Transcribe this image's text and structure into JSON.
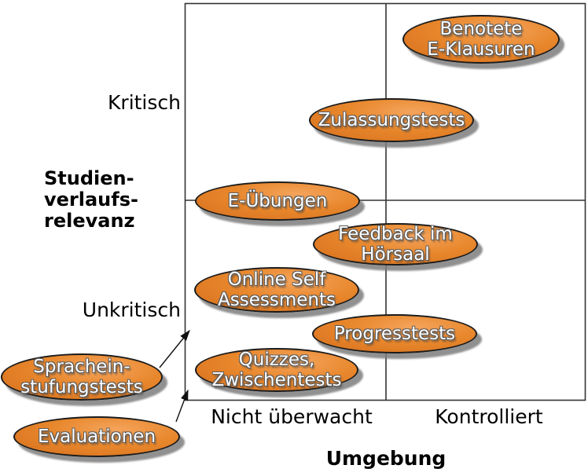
{
  "axes": {
    "y_title": {
      "lines": [
        "Studien-",
        "verlaufs-",
        "relevanz"
      ]
    },
    "y_high": "Kritisch",
    "y_low": "Unkritisch",
    "x_title": "Umgebung",
    "x_left": "Nicht überwacht",
    "x_right": "Kontrolliert"
  },
  "ellipses": [
    {
      "name": "benotete-e-klausuren",
      "lines": [
        "Benotete",
        "E-Klausuren"
      ],
      "placement": "kritisch / kontrolliert"
    },
    {
      "name": "zulassungstests",
      "lines": [
        "Zulassungstests"
      ],
      "placement": "kritisch / zwischen nicht überwacht und kontrolliert"
    },
    {
      "name": "e-uebungen",
      "lines": [
        "E-Übungen"
      ],
      "placement": "auf Grenze kritisch-unkritisch / nicht überwacht"
    },
    {
      "name": "feedback-im-hoersaal",
      "lines": [
        "Feedback im",
        "Hörsaal"
      ],
      "placement": "unkritisch / zwischen nicht überwacht und kontrolliert"
    },
    {
      "name": "online-self-assessments",
      "lines": [
        "Online Self",
        "Assessments"
      ],
      "placement": "unkritisch / nicht überwacht"
    },
    {
      "name": "progresstests",
      "lines": [
        "Progresstests"
      ],
      "placement": "unkritisch / zwischen nicht überwacht und kontrolliert"
    },
    {
      "name": "quizzes-zwischentests",
      "lines": [
        "Quizzes,",
        "Zwischentests"
      ],
      "placement": "unkritisch / nicht überwacht"
    },
    {
      "name": "spracheinstufungstests",
      "lines": [
        "Sprachein-",
        "stufungstests"
      ],
      "placement": "außerhalb der Matrix, Pfeil zeigt hinein"
    },
    {
      "name": "evaluationen",
      "lines": [
        "Evaluationen"
      ],
      "placement": "außerhalb der Matrix, Pfeil zeigt hinein"
    }
  ],
  "colors": {
    "ellipse_fill_light": "#f4a45c",
    "ellipse_fill_mid": "#e8872c",
    "ellipse_fill_dark": "#d66f1d",
    "ellipse_border": "#1c1c1c",
    "ellipse_shadow": "#7d7d7d",
    "ellipse_text": "#ffffff",
    "grid_line": "#333333",
    "arrow": "#111111",
    "label_text": "#000000",
    "background": "#ffffff"
  }
}
